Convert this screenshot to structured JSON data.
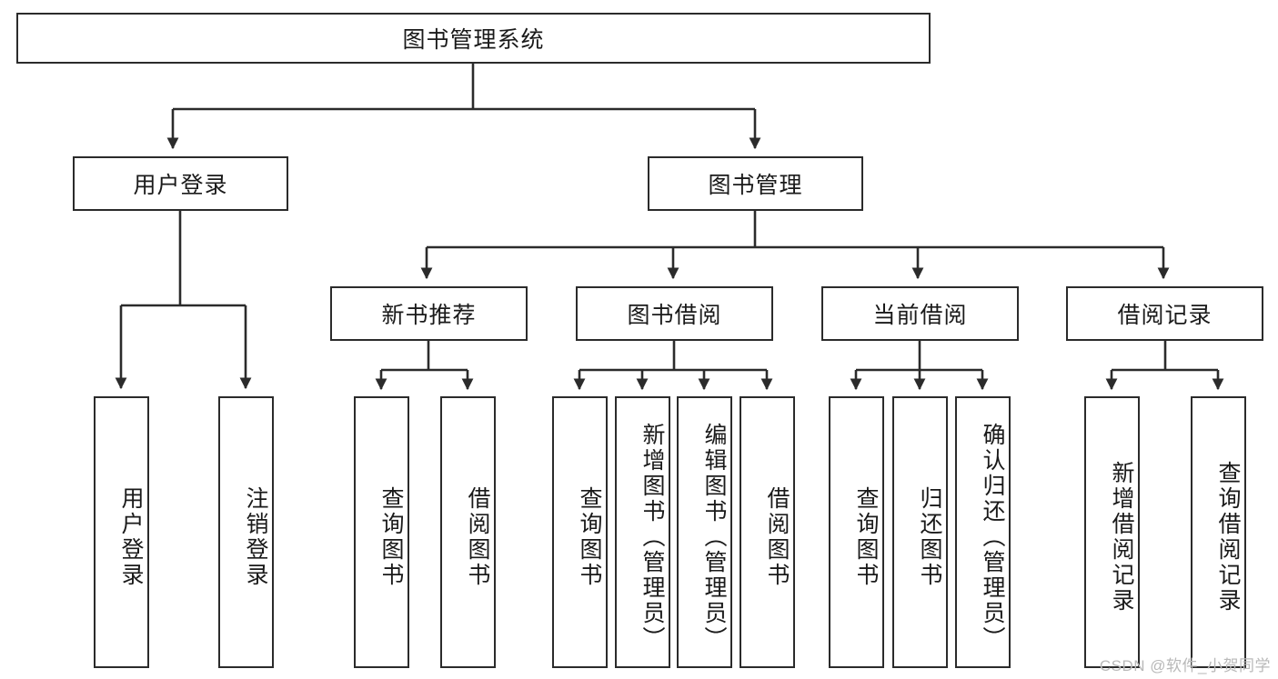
{
  "diagram": {
    "title": "图书管理系统",
    "type": "hierarchy-tree",
    "watermark": "CSDN @软件_小贺同学",
    "colors": {
      "stroke": "#2b2b2b",
      "fill": "#ffffff",
      "text": "#1a1a1a",
      "watermark": "#b9b9b9"
    },
    "root": {
      "label": "图书管理系统"
    },
    "level2": [
      {
        "label": "用户登录"
      },
      {
        "label": "图书管理"
      }
    ],
    "level3": [
      {
        "label": "新书推荐"
      },
      {
        "label": "图书借阅"
      },
      {
        "label": "当前借阅"
      },
      {
        "label": "借阅记录"
      }
    ],
    "leaves": {
      "user_login": [
        {
          "label": "用户登录"
        },
        {
          "label": "注销登录"
        }
      ],
      "new_book": [
        {
          "label": "查询图书"
        },
        {
          "label": "借阅图书"
        }
      ],
      "book_borrow": [
        {
          "label": "查询图书"
        },
        {
          "label": "新增图书（管理员）"
        },
        {
          "label": "编辑图书（管理员）"
        },
        {
          "label": "借阅图书"
        }
      ],
      "current_borrow": [
        {
          "label": "查询图书"
        },
        {
          "label": "归还图书"
        },
        {
          "label": "确认归还（管理员）"
        }
      ],
      "borrow_record": [
        {
          "label": "新增借阅记录"
        },
        {
          "label": "查询借阅记录"
        }
      ]
    }
  }
}
